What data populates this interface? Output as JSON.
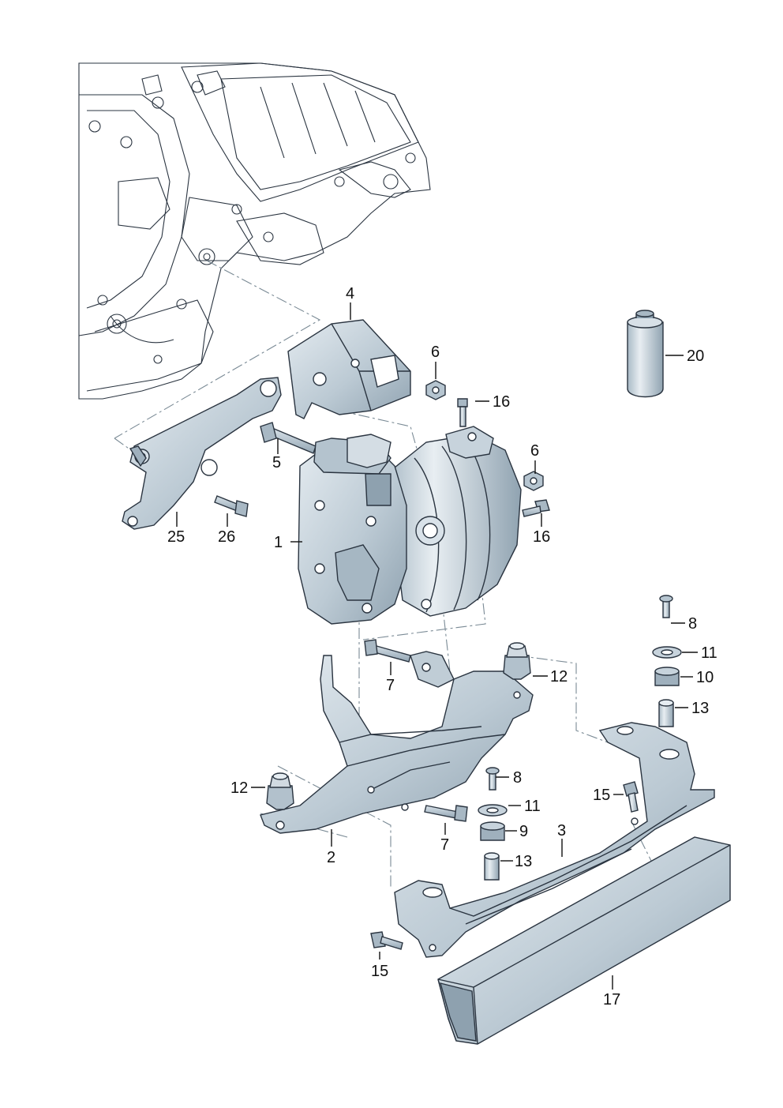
{
  "labels": {
    "l1": "1",
    "l2": "2",
    "l3": "3",
    "l4": "4",
    "l5": "5",
    "l6a": "6",
    "l6b": "6",
    "l7a": "7",
    "l7b": "7",
    "l8a": "8",
    "l8b": "8",
    "l9": "9",
    "l10": "10",
    "l11a": "11",
    "l11b": "11",
    "l12a": "12",
    "l12b": "12",
    "l13a": "13",
    "l13b": "13",
    "l15a": "15",
    "l15b": "15",
    "l16a": "16",
    "l16b": "16",
    "l17": "17",
    "l20": "20",
    "l25": "25",
    "l26": "26"
  },
  "colors": {
    "part_fill": "#c7d3dc",
    "part_shade": "#9fb0bd",
    "part_light": "#e6edf2",
    "outline": "#2a3440",
    "engine_fill": "#eef2f5"
  }
}
